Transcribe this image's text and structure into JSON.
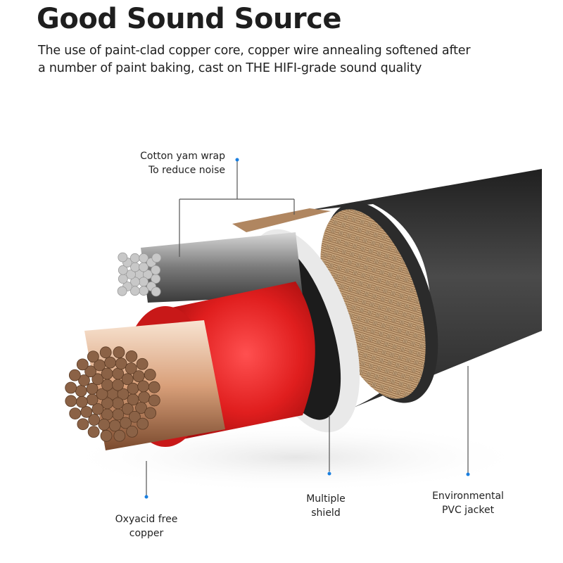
{
  "header": {
    "title": "Good Sound Source",
    "description_line1": "The use of paint-clad copper core, copper wire annealing softened after",
    "description_line2": "a number of paint baking, cast on THE HIFI-grade sound quality"
  },
  "callouts": [
    {
      "id": "cotton",
      "line1": "Cotton yam wrap",
      "line2": "To reduce noise"
    },
    {
      "id": "copper",
      "line1": "Oxyacid free",
      "line2": "copper"
    },
    {
      "id": "shield",
      "line1": "Multiple",
      "line2": "shield"
    },
    {
      "id": "jacket",
      "line1": "Environmental",
      "line2": "PVC jacket"
    }
  ],
  "colors": {
    "callout_dot": "#1a7fe0",
    "leader_line": "#555555",
    "jacket": "#3a3a3a",
    "shield": "#b08660",
    "insulation_white": "#e8e8e8",
    "conductor_red": "#e32222",
    "copper_strand": "#8b6246",
    "silver_strand": "#c8c8c8"
  }
}
